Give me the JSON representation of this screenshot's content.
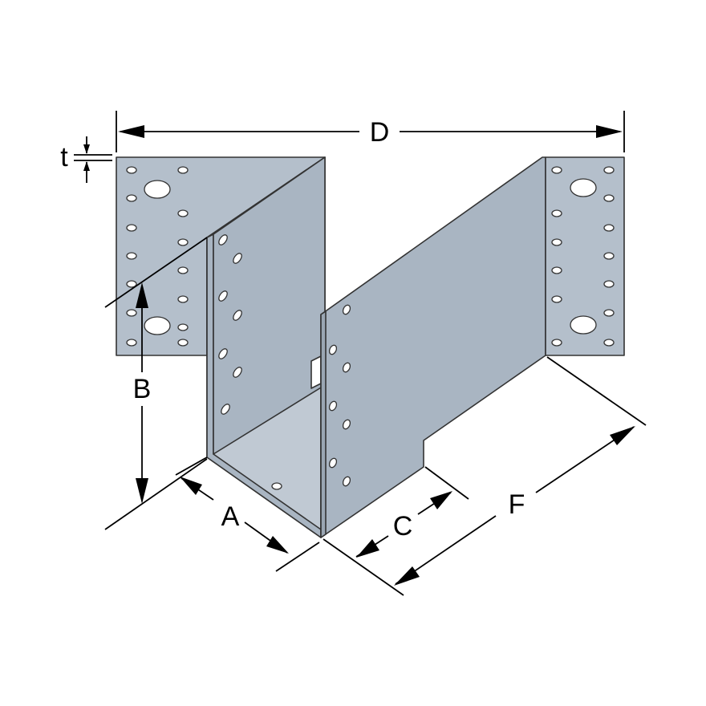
{
  "labels": {
    "t": "t",
    "D": "D",
    "B": "B",
    "A": "A",
    "C": "C",
    "F": "F"
  },
  "colors": {
    "steel_flange": "#b4bfcb",
    "steel_side": "#a9b5c2",
    "steel_back": "#c0c9d3",
    "steel_edge": "#9aa6b3",
    "outline": "#333333",
    "dimension": "#000000",
    "background": "#ffffff"
  },
  "icons": {
    "nail_hole": "round-hole",
    "bolt_hole": "oval-hole",
    "angled_nail_hole": "slanted-hole"
  }
}
